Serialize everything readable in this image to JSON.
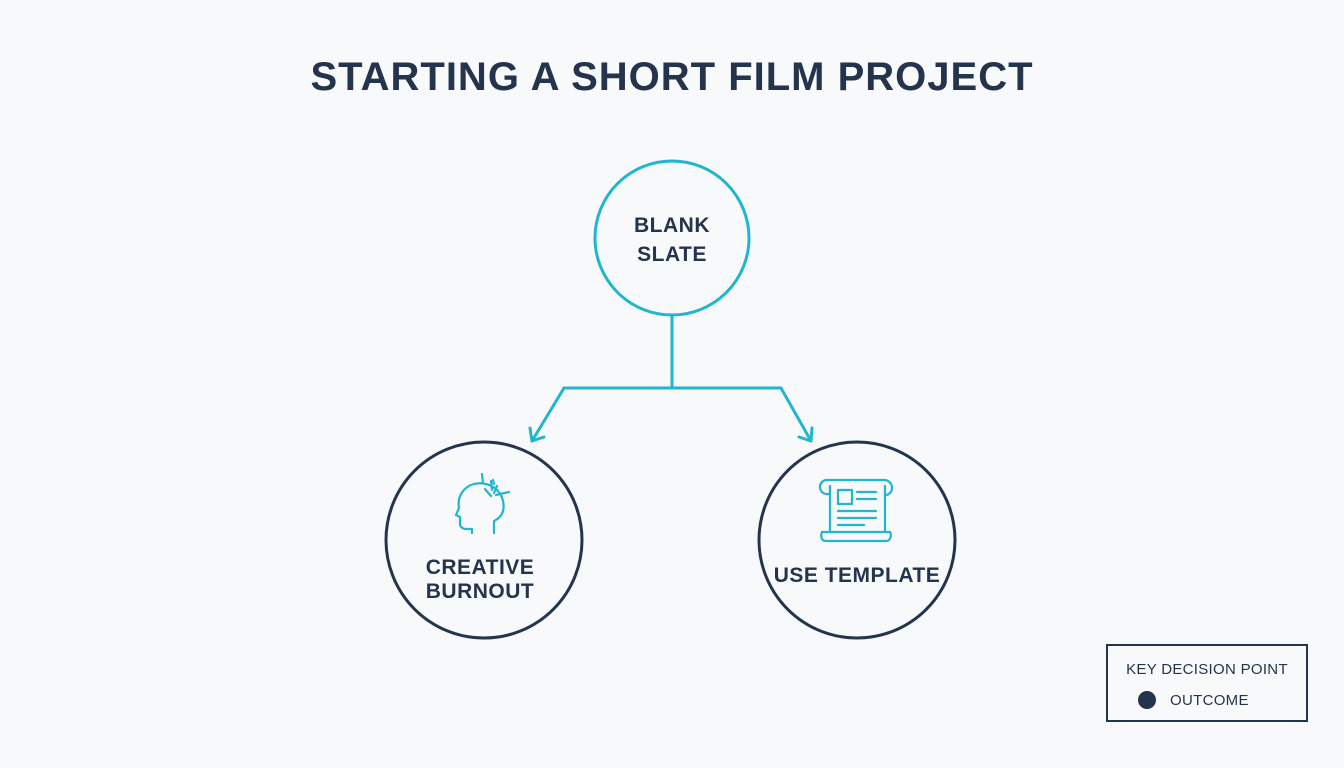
{
  "title": "STARTING A SHORT FILM PROJECT",
  "nodes": {
    "root": {
      "line1": "BLANK",
      "line2": "SLATE"
    },
    "left": {
      "line1": "CREATIVE",
      "line2": "BURNOUT",
      "icon": "head-burst-icon"
    },
    "right": {
      "line1": "USE TEMPLATE",
      "icon": "scroll-document-icon"
    }
  },
  "legend": {
    "title": "KEY DECISION POINT",
    "outcome_label": "OUTCOME"
  },
  "colors": {
    "accent": "#22b5cf",
    "primary": "#25344d",
    "background": "#f7f9fa"
  }
}
